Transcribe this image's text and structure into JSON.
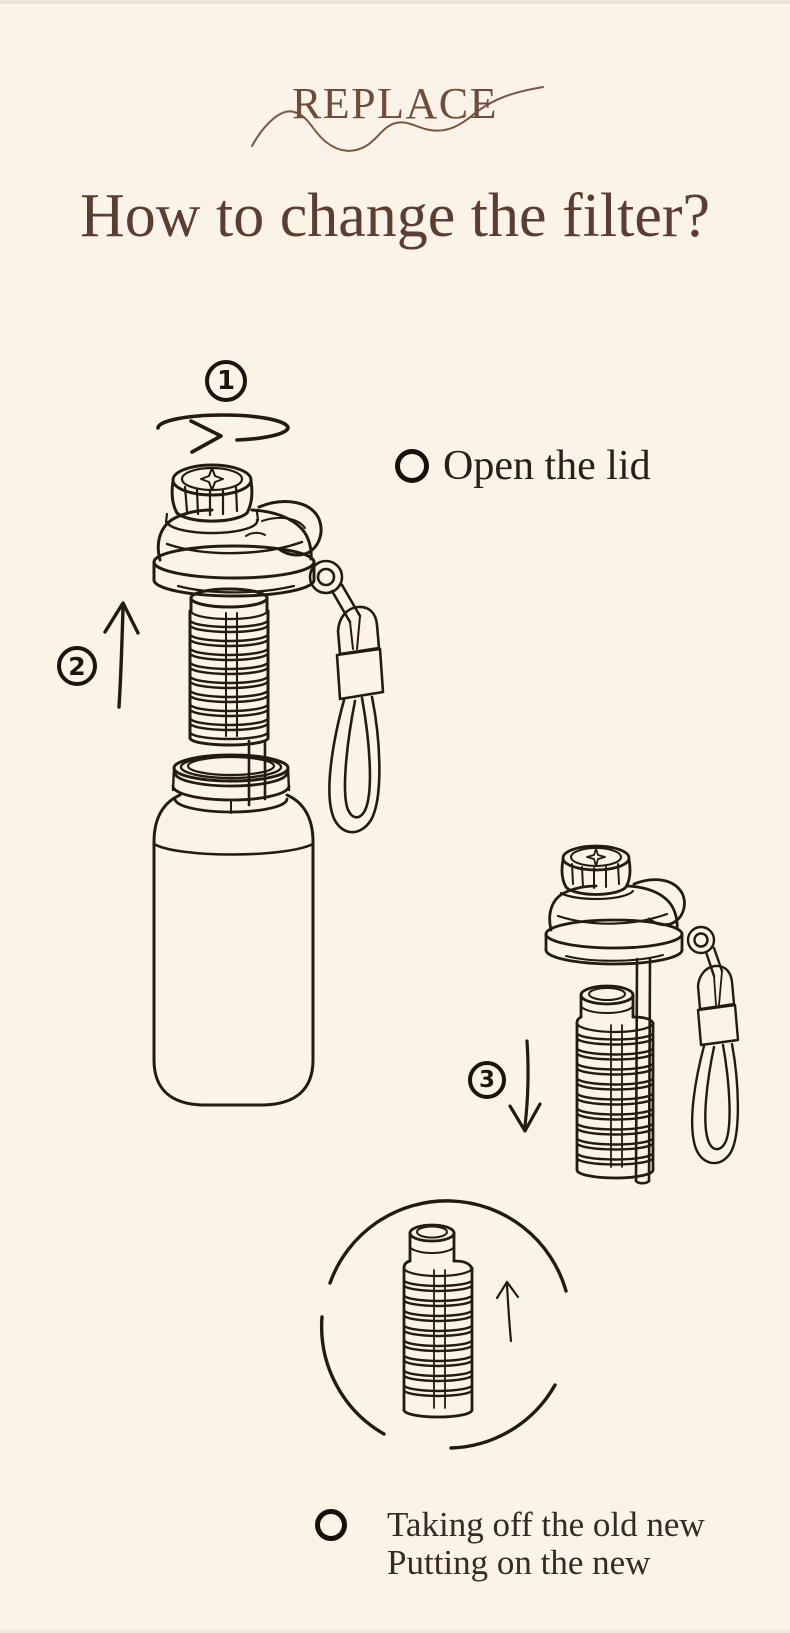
{
  "page": {
    "background_color": "#fcf3e8",
    "line_art_color": "#231a12",
    "heading_color": "#6f4c39",
    "title_color": "#5b3e31",
    "body_text_color": "#2b231d"
  },
  "header": {
    "eyebrow": "REPLACE",
    "title": "How to change the filter?"
  },
  "step_badges": [
    "1",
    "2",
    "3"
  ],
  "callouts": {
    "open_lid": "Open the lid",
    "replace_note_line1": "Taking off the old new",
    "replace_note_line2": "Putting on the new"
  }
}
